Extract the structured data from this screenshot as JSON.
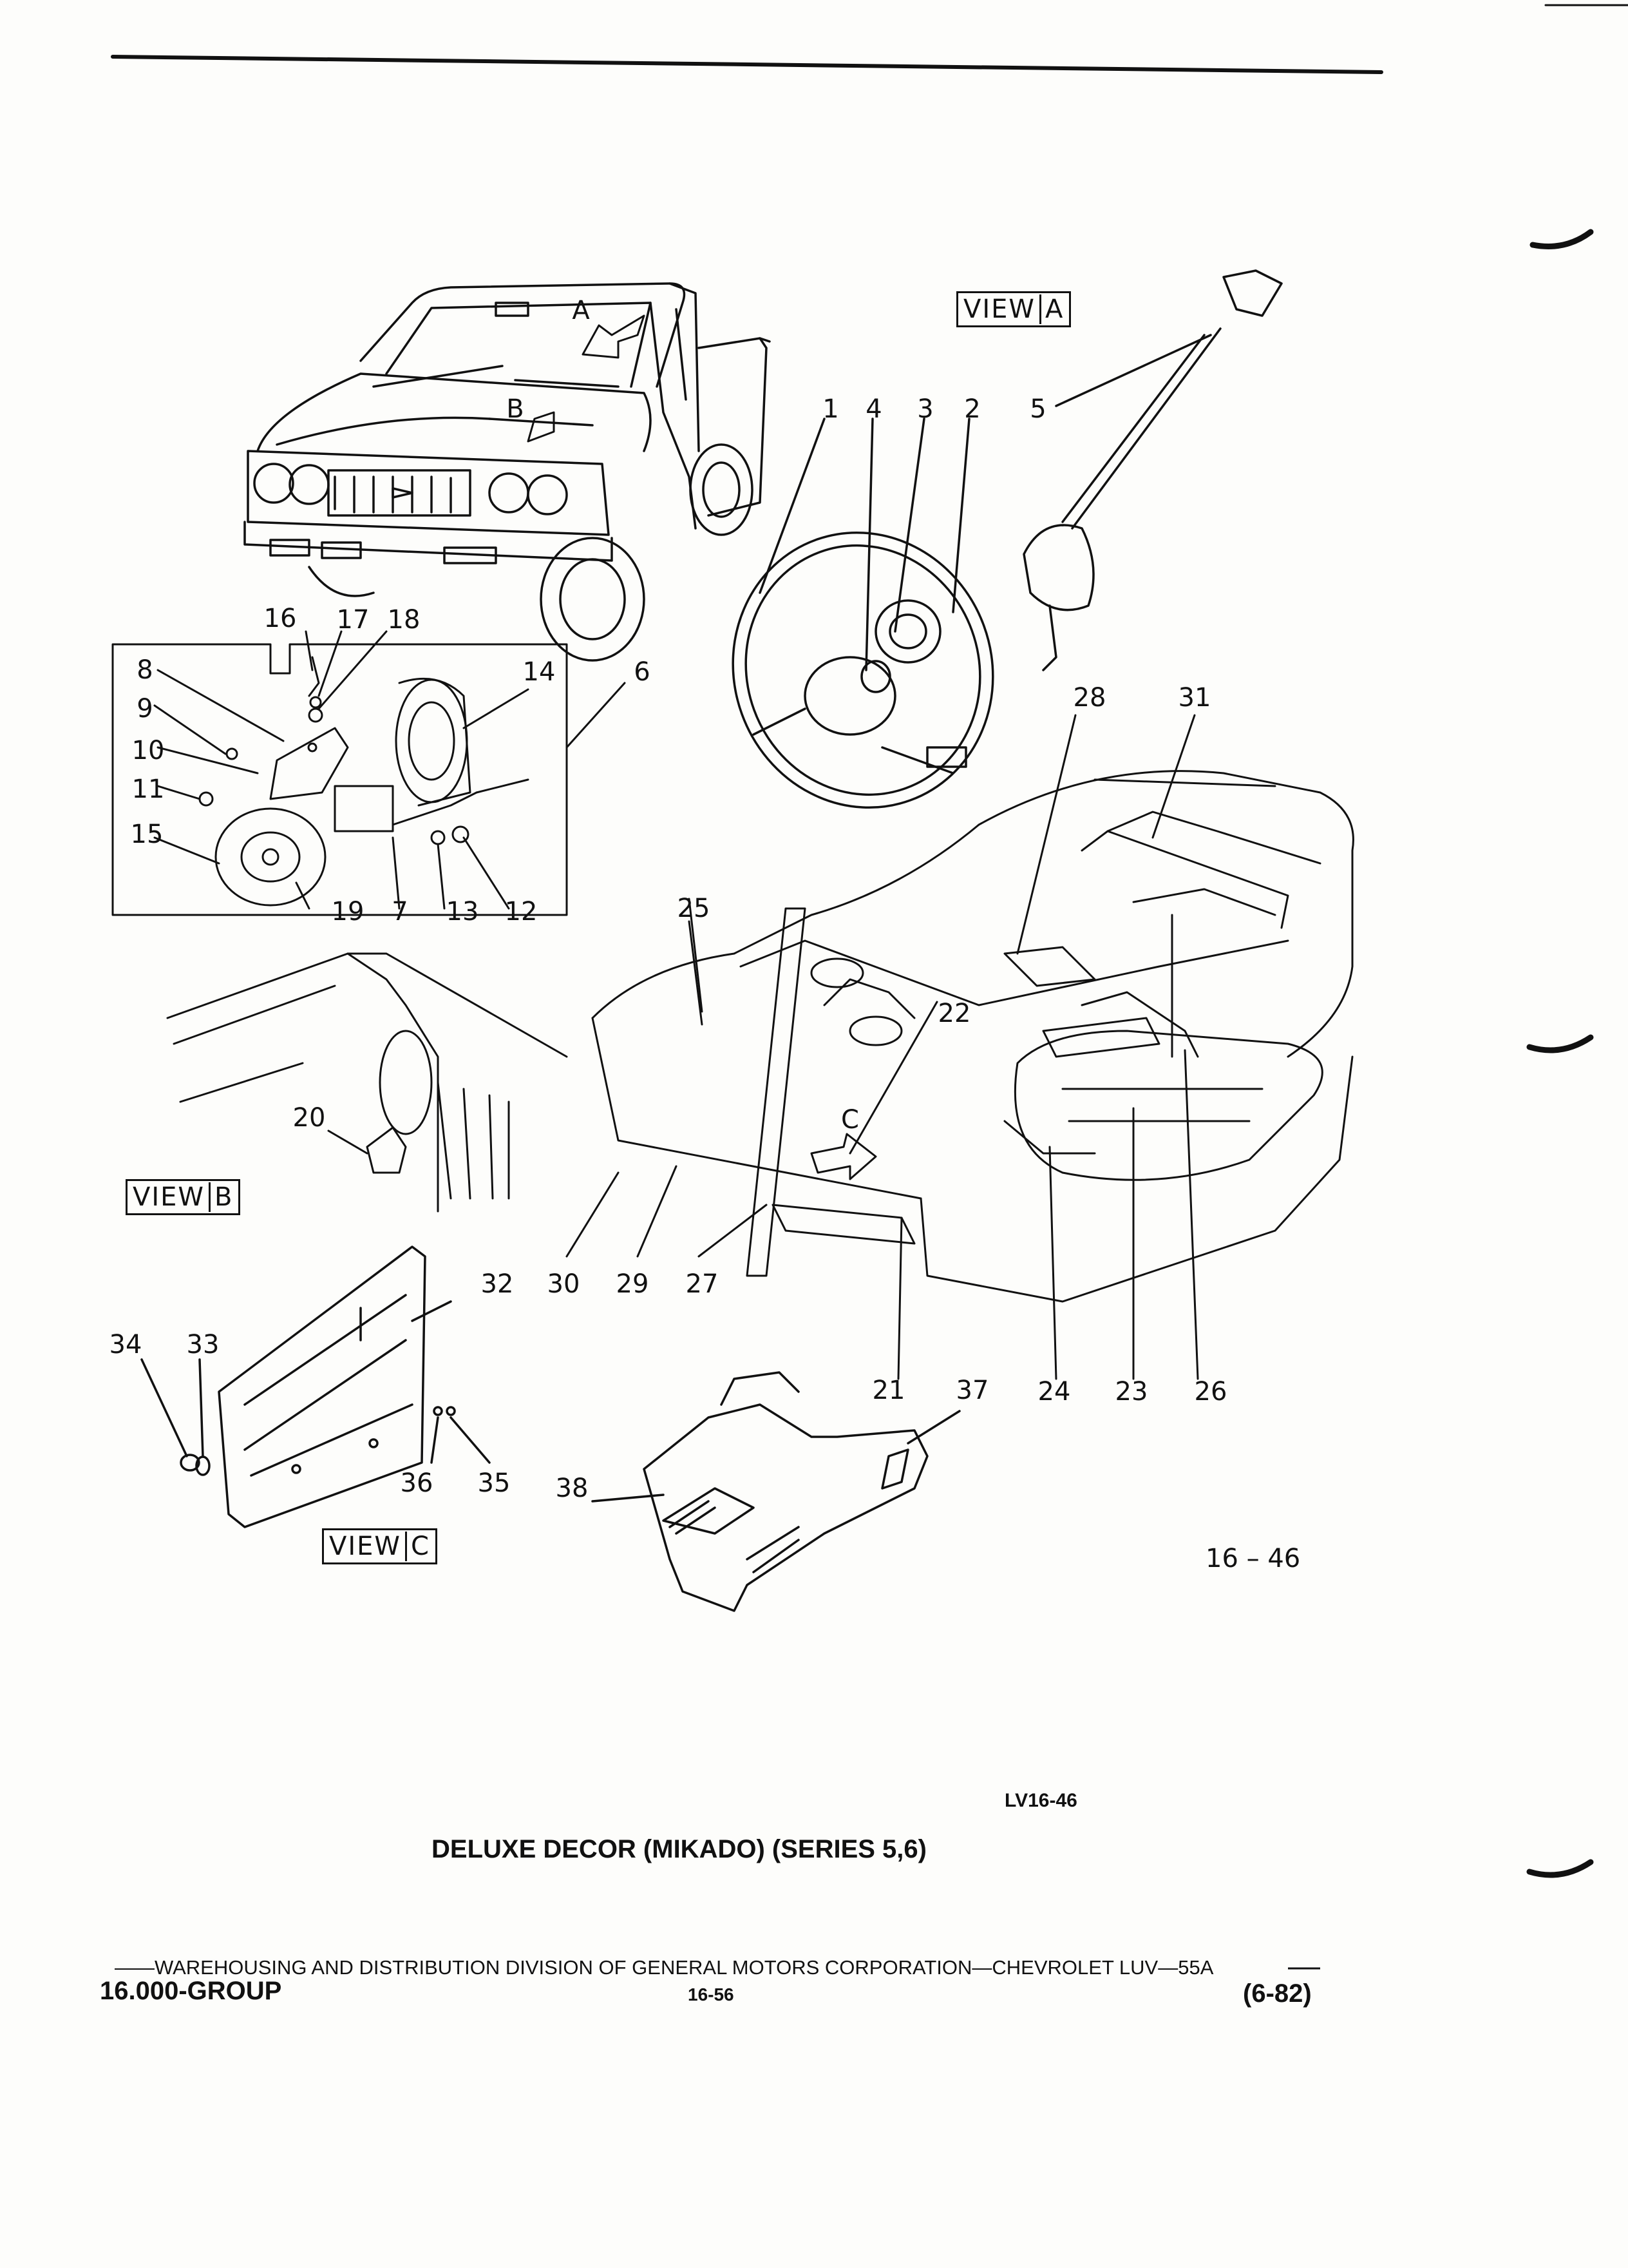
{
  "callouts": [
    "1",
    "2",
    "3",
    "4",
    "5",
    "6",
    "7",
    "8",
    "9",
    "10",
    "11",
    "12",
    "13",
    "14",
    "15",
    "16",
    "17",
    "18",
    "19",
    "20",
    "21",
    "22",
    "23",
    "24",
    "25",
    "26",
    "27",
    "28",
    "29",
    "30",
    "31",
    "32",
    "33",
    "34",
    "35",
    "36",
    "37",
    "38"
  ],
  "view_markers": {
    "a": "A",
    "b": "B",
    "c": "C"
  },
  "view_labels": {
    "a": {
      "word": "VIEW",
      "letter": "A"
    },
    "b": {
      "word": "VIEW",
      "letter": "B"
    },
    "c": {
      "word": "VIEW",
      "letter": "C"
    }
  },
  "figure_number": "16 – 46",
  "illustration_code": "LV16-46",
  "caption": "DELUXE DECOR (MIKADO) (SERIES 5,6)",
  "footer": {
    "line": "——WAREHOUSING AND DISTRIBUTION  DIVISION OF GENERAL MOTORS CORPORATION—CHEVROLET LUV—55A",
    "group": "16.000-GROUP",
    "page": "16-56",
    "date": "(6-82)"
  }
}
